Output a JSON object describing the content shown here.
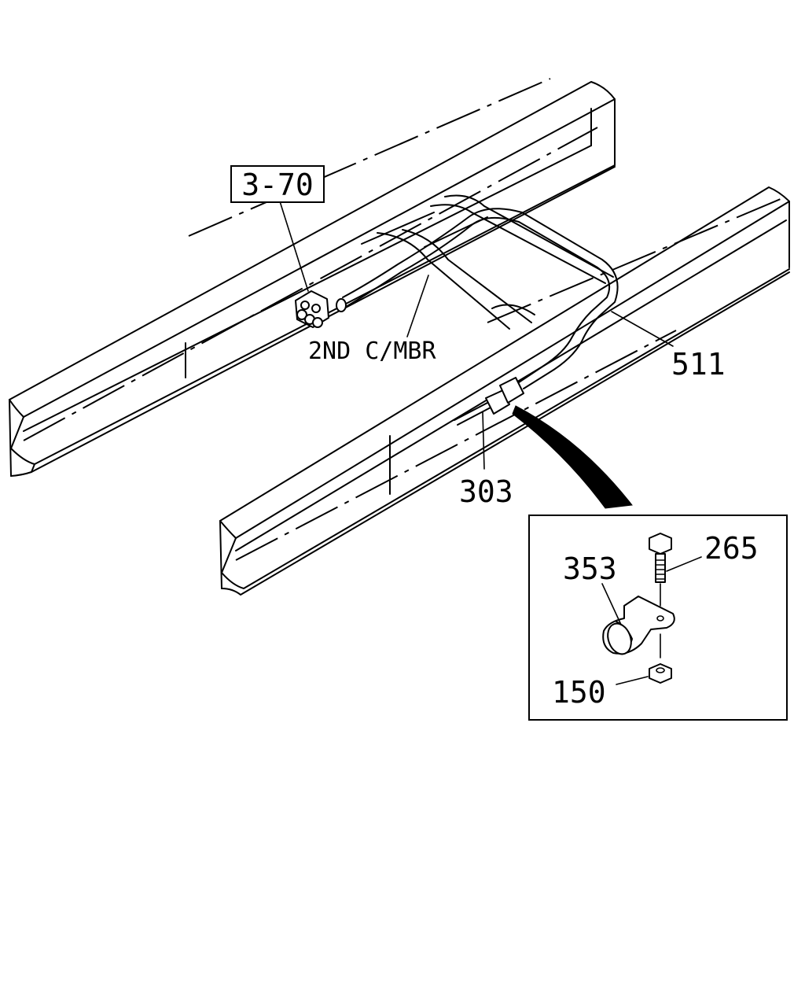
{
  "callouts": {
    "ref_box": "3-70",
    "crossmember": "2ND C/MBR",
    "pipe": "511",
    "sensor": "303",
    "bolt": "265",
    "clip": "353",
    "nut": "150"
  }
}
